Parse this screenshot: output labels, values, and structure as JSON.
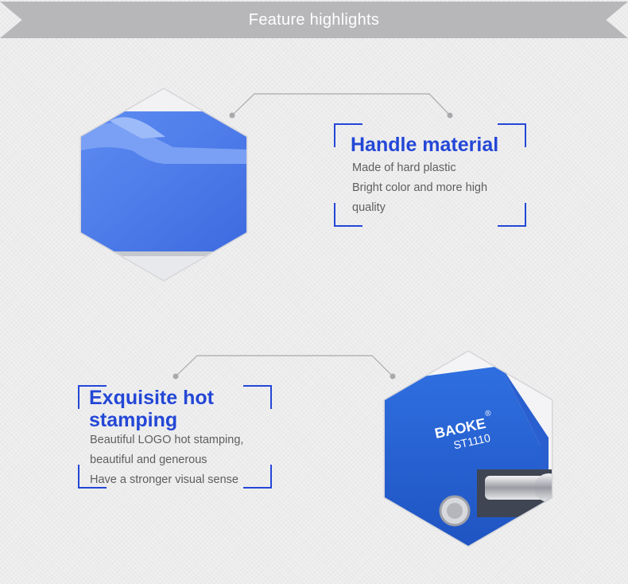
{
  "header": {
    "title": "Feature highlights"
  },
  "features": [
    {
      "title": "Handle material",
      "lines": [
        "Made of hard plastic",
        "Bright color and more high",
        "quality"
      ]
    },
    {
      "title_line1": "Exquisite hot",
      "title_line2": "stamping",
      "lines": [
        "Beautiful LOGO hot stamping,",
        "beautiful and generous",
        "Have a stronger visual sense"
      ]
    }
  ],
  "product": {
    "brand": "BAOKE",
    "brand_mark": "®",
    "model": "ST1110"
  },
  "colors": {
    "accent": "#2447d6",
    "header_bg": "#b7b7ba",
    "product_blue": "#2f6fe0"
  }
}
